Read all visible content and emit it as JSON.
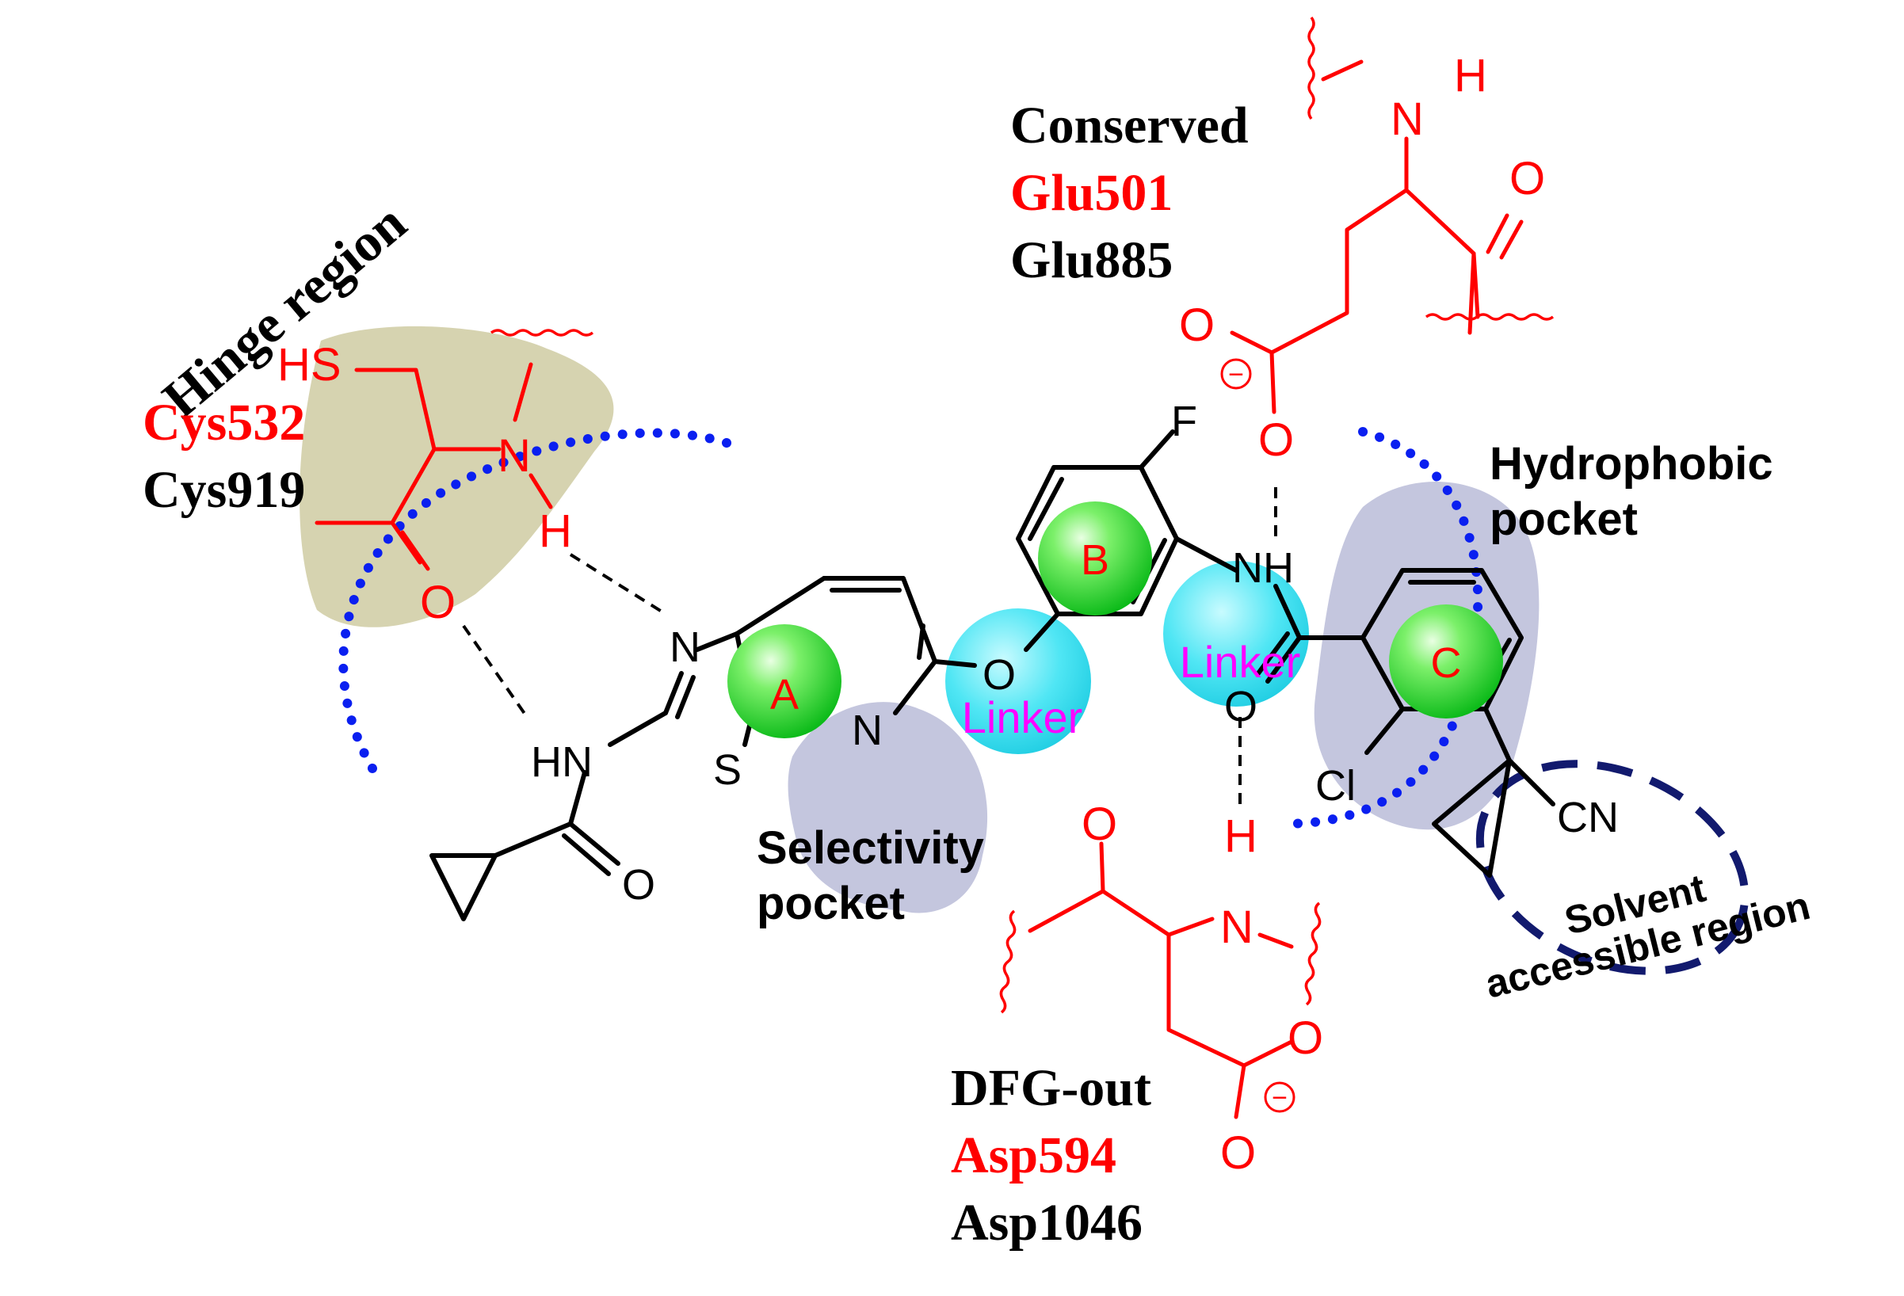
{
  "regions": {
    "hinge": "Hinge region",
    "hydrophobic_line1": "Hydrophobic",
    "hydrophobic_line2": "pocket",
    "selectivity_line1": "Selectivity",
    "selectivity_line2": "pocket",
    "solvent_line1": "Solvent",
    "solvent_line2": "accessible region"
  },
  "residues": {
    "hinge": {
      "residue1": "Cys532",
      "residue2": "Cys919"
    },
    "conserved": {
      "label": "Conserved",
      "residue1": "Glu501",
      "residue2": "Glu885"
    },
    "dfg": {
      "label": "DFG-out",
      "residue1": "Asp594",
      "residue2": "Asp1046"
    }
  },
  "rings": {
    "a": "A",
    "b": "B",
    "c": "C"
  },
  "linkers": {
    "left": "Linker",
    "right": "Linker"
  },
  "atoms": {
    "hs": "HS",
    "cys_n": "N",
    "cys_h": "H",
    "cys_o": "O",
    "glu_nh_n": "N",
    "glu_nh_h": "H",
    "glu_o_carbonyl": "O",
    "glu_o1": "O",
    "glu_o2": "O",
    "asp_o_carbonyl": "O",
    "asp_n": "N",
    "asp_h": "H",
    "asp_o1": "O",
    "asp_o2": "O",
    "thiadiazole_n": "N",
    "thiadiazole_s": "S",
    "amide_hn": "HN",
    "amide_o": "O",
    "pyridine_n": "N",
    "ether_o": "O",
    "fluoro": "F",
    "amide_nh": "NH",
    "amide_o2": "O",
    "chloro": "Cl",
    "nitrile": "CN",
    "charge": "−"
  },
  "colors": {
    "residue_red": "#ff0000",
    "black": "#000000",
    "linker_magenta": "#ff00ff",
    "ring_green": "#22dd22",
    "linker_cyan": "#33e0ee",
    "pocket_lavender": "#c4c6de",
    "hinge_khaki": "#d6d3b0",
    "dots_blue": "#0a1ff0",
    "solvent_navy": "#121a6e"
  }
}
